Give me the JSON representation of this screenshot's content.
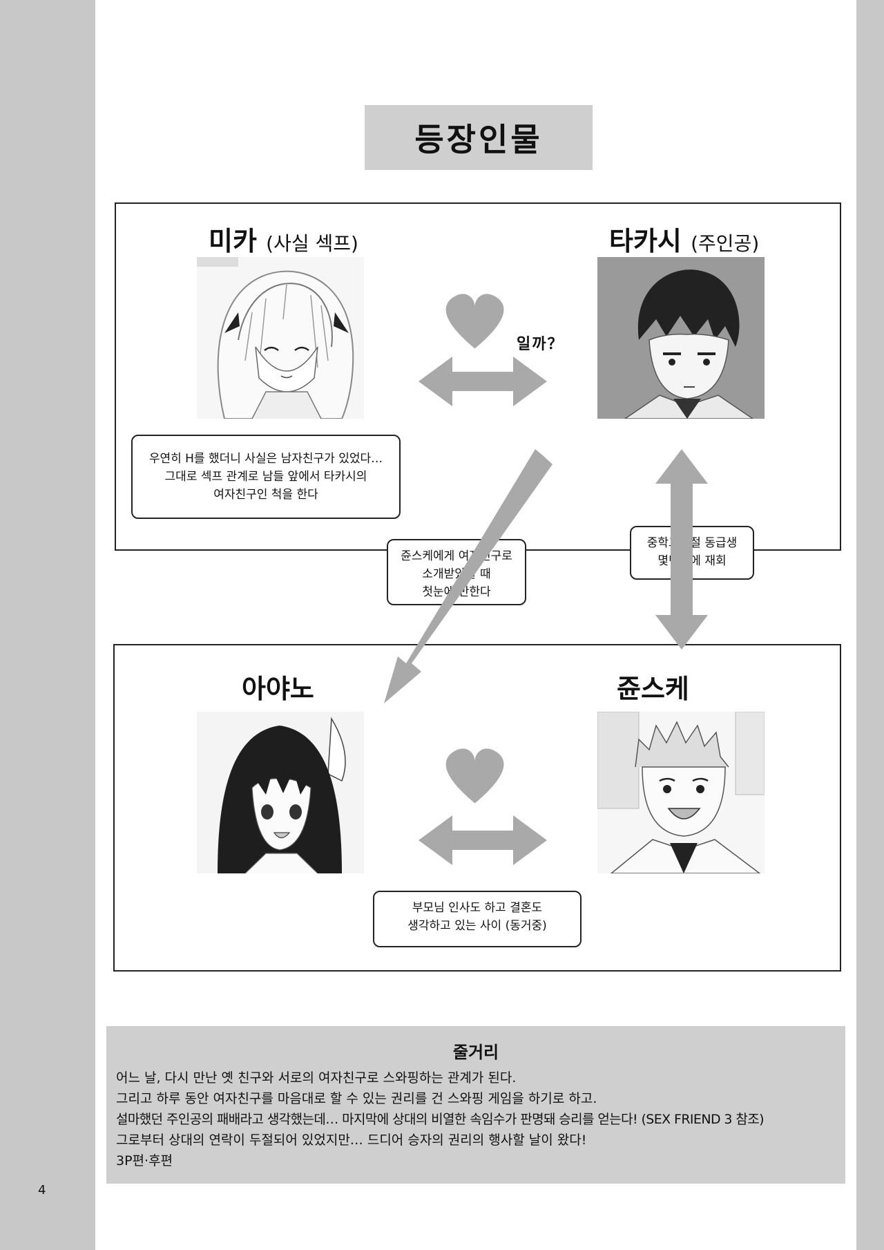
{
  "page": {
    "title": "등장인물",
    "number": "4"
  },
  "characters": {
    "mika": {
      "name": "미카",
      "role": "(사실 섹프)"
    },
    "takashi": {
      "name": "타카시",
      "role": "(주인공)"
    },
    "ayano": {
      "name": "아야노",
      "role": ""
    },
    "junsuke": {
      "name": "쥰스케",
      "role": ""
    }
  },
  "relations": {
    "heart_question": "일까？",
    "mika_note": [
      "우연히 H를 했더니 사실은 남자친구가 있었다…",
      "그대로 섹프 관계로 남들 앞에서 타카시의",
      "여자친구인 척을 한다"
    ],
    "junsuke_intro_note": [
      "쥰스케에게 여자친구로",
      "소개받았을 때",
      "첫눈에 반한다"
    ],
    "classmate_note": [
      "중학교시절 동급생",
      "몇년만에 재회"
    ],
    "couple_note": [
      "부모님 인사도 하고 결혼도",
      "생각하고 있는 사이 (동거중)"
    ]
  },
  "icons": [
    "heart-icon",
    "double-arrow-icon"
  ],
  "colors": {
    "panel_fill": "#cfcfcf",
    "shape_fill": "#a9a9a9",
    "background": "#c8c8c8"
  },
  "synopsis": {
    "heading": "줄거리",
    "lines": [
      "어느 날, 다시 만난 옛 친구와 서로의 여자친구로 스와핑하는 관계가 된다.",
      "그리고 하루 동안 여자친구를 마음대로 할 수 있는 권리를 건 스와핑 게임을 하기로 하고.",
      "설마했던 주인공의 패배라고 생각했는데… 마지막에 상대의 비열한 속임수가 판명돼 승리를 얻는다! (SEX FRIEND 3 참조)",
      "그로부터 상대의 연락이 두절되어 있었지만… 드디어 승자의 권리의 행사할 날이 왔다!",
      "3P편·후편"
    ]
  }
}
